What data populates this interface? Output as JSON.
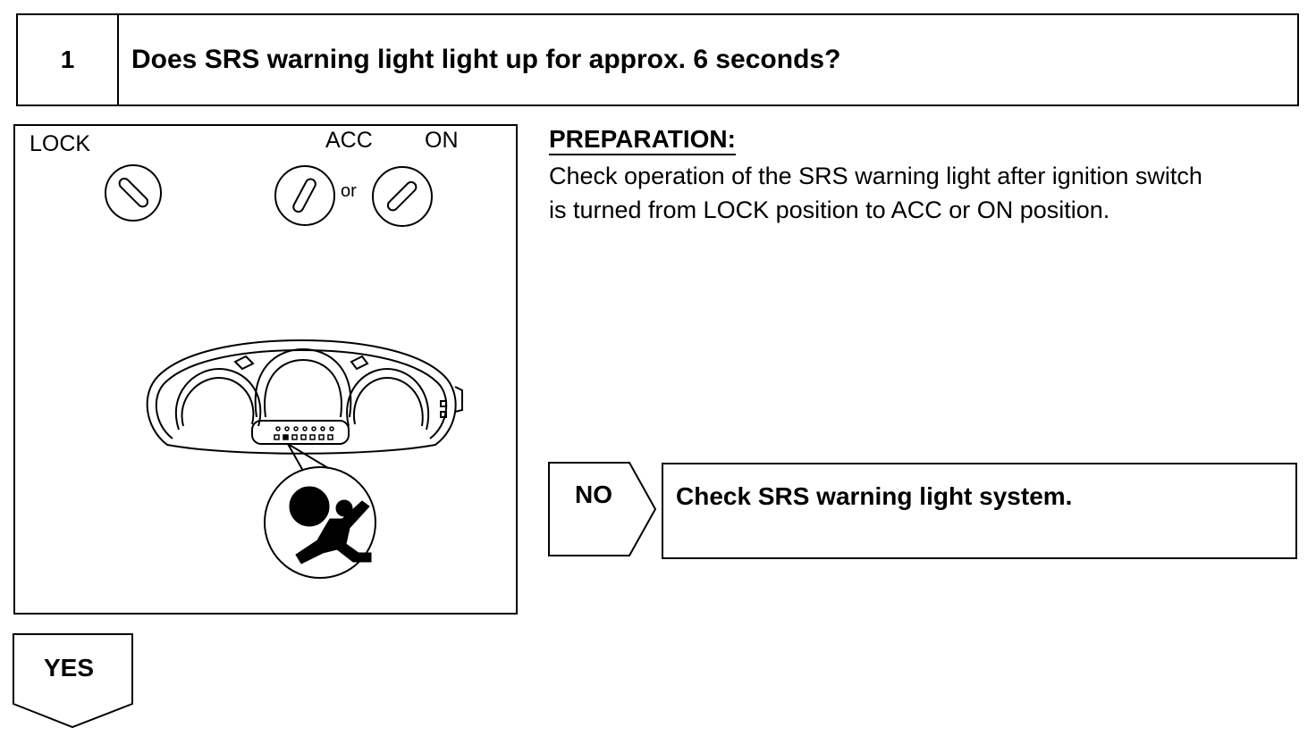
{
  "step": {
    "number": "1",
    "question": "Does SRS warning light light up for approx. 6 seconds?"
  },
  "illustration": {
    "label_lock": "LOCK",
    "label_acc": "ACC",
    "label_on": "ON",
    "label_or": "or"
  },
  "preparation": {
    "heading": "PREPARATION:",
    "line1": "Check operation of the SRS warning light after ignition switch",
    "line2": "is turned from LOCK position to ACC or ON position."
  },
  "branch_no": {
    "label": "NO",
    "action": "Check SRS warning light system."
  },
  "branch_yes": {
    "label": "YES"
  }
}
